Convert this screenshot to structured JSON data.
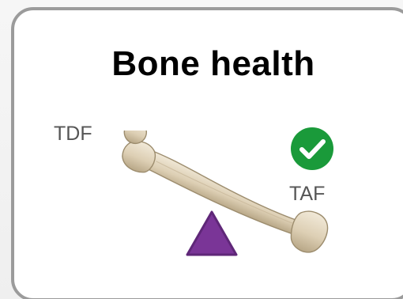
{
  "title": "Bone health",
  "left_label": "TDF",
  "right_label": "TAF",
  "icons": {
    "check": "check-circle-icon",
    "fulcrum": "triangle-fulcrum-icon",
    "bone": "femur-bone-image"
  },
  "colors": {
    "check": "#1a9a3a",
    "fulcrum": "#7a3597",
    "bone": "#e2d6bf",
    "border": "#9b9b9b"
  }
}
